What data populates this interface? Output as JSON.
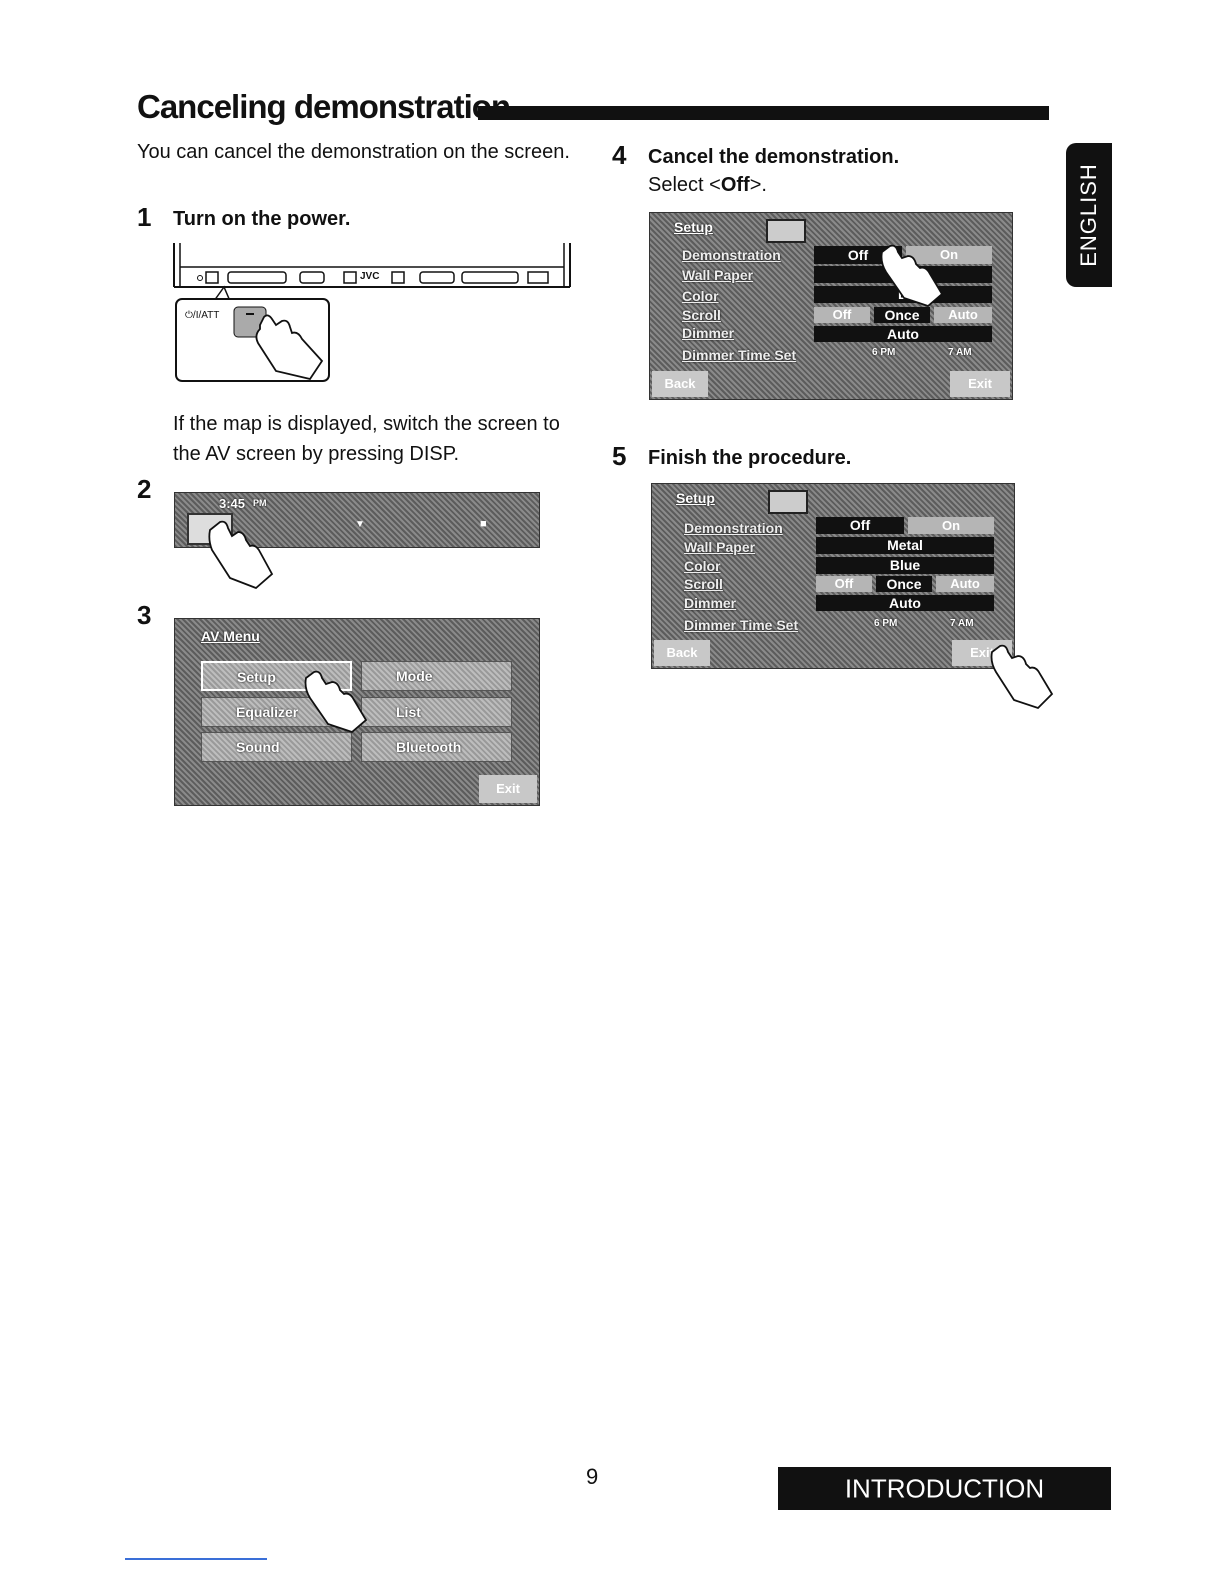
{
  "header": {
    "title": "Canceling demonstration",
    "intro": "You can cancel the demonstration on the screen."
  },
  "language_tab": "ENGLISH",
  "steps": [
    {
      "number": "1",
      "title": "Turn on the power.",
      "device": {
        "brand": "JVC",
        "power_label": "⏻/I/ATT"
      },
      "note": "If the map is displayed, switch the screen to the AV screen by pressing DISP."
    },
    {
      "number": "2",
      "screen": {
        "time": "3:45",
        "ampm": "PM"
      }
    },
    {
      "number": "3",
      "screen": {
        "title": "AV Menu",
        "buttons": [
          "Setup",
          "Mode",
          "Equalizer",
          "List",
          "Sound",
          "Bluetooth"
        ],
        "exit": "Exit"
      }
    },
    {
      "number": "4",
      "title": "Cancel the demonstration.",
      "instruction_prefix": "Select <",
      "instruction_value": "Off",
      "instruction_suffix": ">.",
      "screen": {
        "title": "Setup",
        "rows": [
          {
            "label": "Demonstration"
          },
          {
            "label": "Wall Paper",
            "value": "Me"
          },
          {
            "label": "Color",
            "value": "B"
          },
          {
            "label": "Scroll",
            "options": [
              "Off",
              "Once",
              "Auto"
            ]
          },
          {
            "label": "Dimmer",
            "value": "Auto"
          },
          {
            "label": "Dimmer Time Set",
            "times": [
              "6 PM",
              "7 AM"
            ]
          }
        ],
        "demo_options": [
          "Off",
          "On"
        ],
        "back": "Back",
        "exit": "Exit"
      }
    },
    {
      "number": "5",
      "title": "Finish the procedure.",
      "screen": {
        "title": "Setup",
        "rows": [
          {
            "label": "Demonstration"
          },
          {
            "label": "Wall Paper",
            "value": "Metal"
          },
          {
            "label": "Color",
            "value": "Blue"
          },
          {
            "label": "Scroll",
            "options": [
              "Off",
              "Once",
              "Auto"
            ]
          },
          {
            "label": "Dimmer",
            "value": "Auto"
          },
          {
            "label": "Dimmer Time Set",
            "times": [
              "6 PM",
              "7 AM"
            ]
          }
        ],
        "demo_options": [
          "Off",
          "On"
        ],
        "back": "Back",
        "exit": "Exit"
      }
    }
  ],
  "footer": {
    "page_number": "9",
    "section": "INTRODUCTION"
  }
}
